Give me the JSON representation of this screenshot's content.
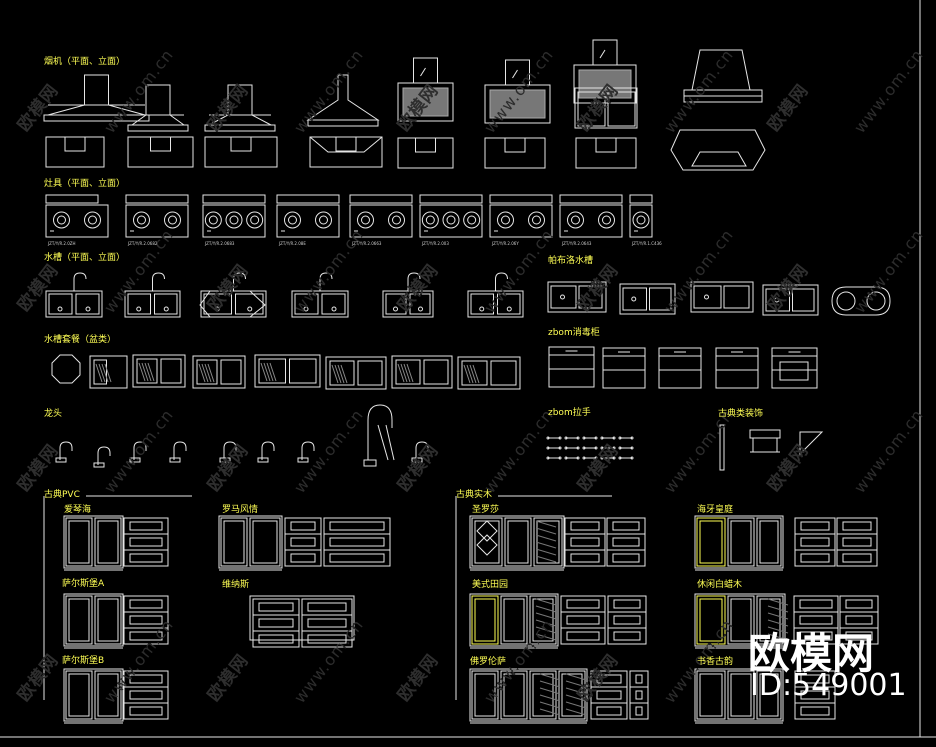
{
  "sections": {
    "hoods": "烟机（平面、立面）",
    "stoves": "灶具（平面、立面）",
    "sinks": "水槽（平面、立面）",
    "pubuluo": "帕布洛水槽",
    "sink_set": "水槽套餐（盆类）",
    "sterilizer": "zbom消毒柜",
    "faucet": "龙头",
    "handle": "zbom拉手",
    "classic_deco": "古典类装饰",
    "pvc": "古典PVC",
    "solid_wood": "古典实木"
  },
  "styles": {
    "aiqinhai": "爱琴海",
    "luoma": "罗马风情",
    "saersi_a": "萨尔斯堡A",
    "weinasi": "维纳斯",
    "saersi_b": "萨尔斯堡B",
    "shengluosha": "圣罗莎",
    "haiya": "海牙皇庭",
    "meishi": "美式田园",
    "xiuxian": "休闲白蜡木",
    "fuluolunsa": "佛罗伦萨",
    "shuxiang": "书香古韵"
  },
  "stove_codes": [
    "JZT/Y/R.2.0ZH",
    "JZT/Y/R.2.0682",
    "JZT/Y/R.2.0683",
    "JZT/Y/R.2.08E",
    "JZT/Y/R.2.0663",
    "JZT/Y/R.2.003",
    "JZT/Y/R.2.06Y",
    "JZT/Y/R.2.0643",
    "JZT/Y/R.1.C436"
  ],
  "watermark": {
    "brand": "欧模网",
    "url": "www.om.cn",
    "id": "ID:549001"
  }
}
